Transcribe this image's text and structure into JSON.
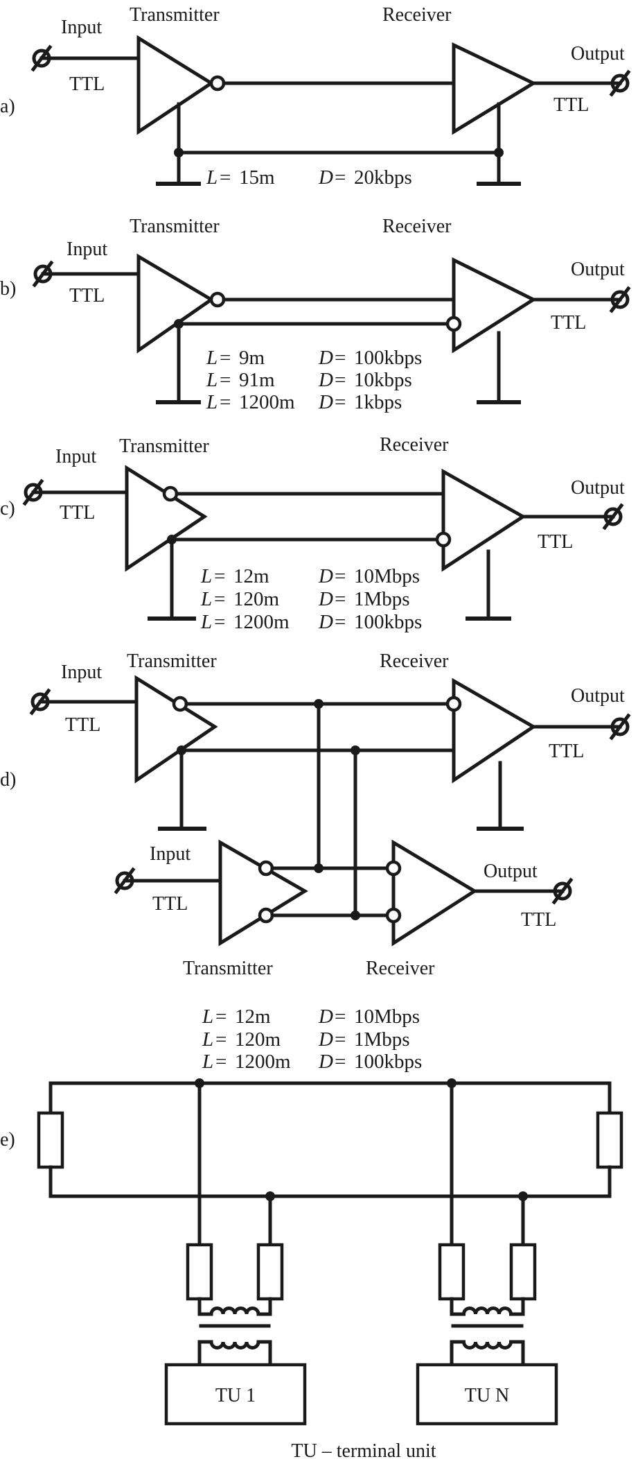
{
  "diagram": {
    "panels": [
      {
        "tag": "a)",
        "transmitter": "Transmitter",
        "receiver": "Receiver",
        "input": "Input",
        "input_level": "TTL",
        "output": "Output",
        "output_level": "TTL",
        "specs": [
          {
            "L": "15m",
            "D": "20kbps"
          }
        ]
      },
      {
        "tag": "b)",
        "transmitter": "Transmitter",
        "receiver": "Receiver",
        "input": "Input",
        "input_level": "TTL",
        "output": "Output",
        "output_level": "TTL",
        "specs": [
          {
            "L": "9m",
            "D": "100kbps"
          },
          {
            "L": "91m",
            "D": "10kbps"
          },
          {
            "L": "1200m",
            "D": "1kbps"
          }
        ]
      },
      {
        "tag": "c)",
        "transmitter": "Transmitter",
        "receiver": "Receiver",
        "input": "Input",
        "input_level": "TTL",
        "output": "Output",
        "output_level": "TTL",
        "specs": [
          {
            "L": "12m",
            "D": "10Mbps"
          },
          {
            "L": "120m",
            "D": "1Mbps"
          },
          {
            "L": "1200m",
            "D": "100kbps"
          }
        ]
      },
      {
        "tag": "d)",
        "transmitter": "Transmitter",
        "receiver": "Receiver",
        "input": "Input",
        "input_level": "TTL",
        "output": "Output",
        "output_level": "TTL",
        "second_input": "Input",
        "second_input_level": "TTL",
        "second_output": "Output",
        "second_output_level": "TTL",
        "second_transmitter": "Transmitter",
        "second_receiver": "Receiver"
      },
      {
        "tag": "e)",
        "specs": [
          {
            "L": "12m",
            "D": "10Mbps"
          },
          {
            "L": "120m",
            "D": "1Mbps"
          },
          {
            "L": "1200m",
            "D": "100kbps"
          }
        ],
        "unit_first": "TU 1",
        "unit_last": "TU N",
        "legend": "TU – terminal unit"
      }
    ]
  }
}
